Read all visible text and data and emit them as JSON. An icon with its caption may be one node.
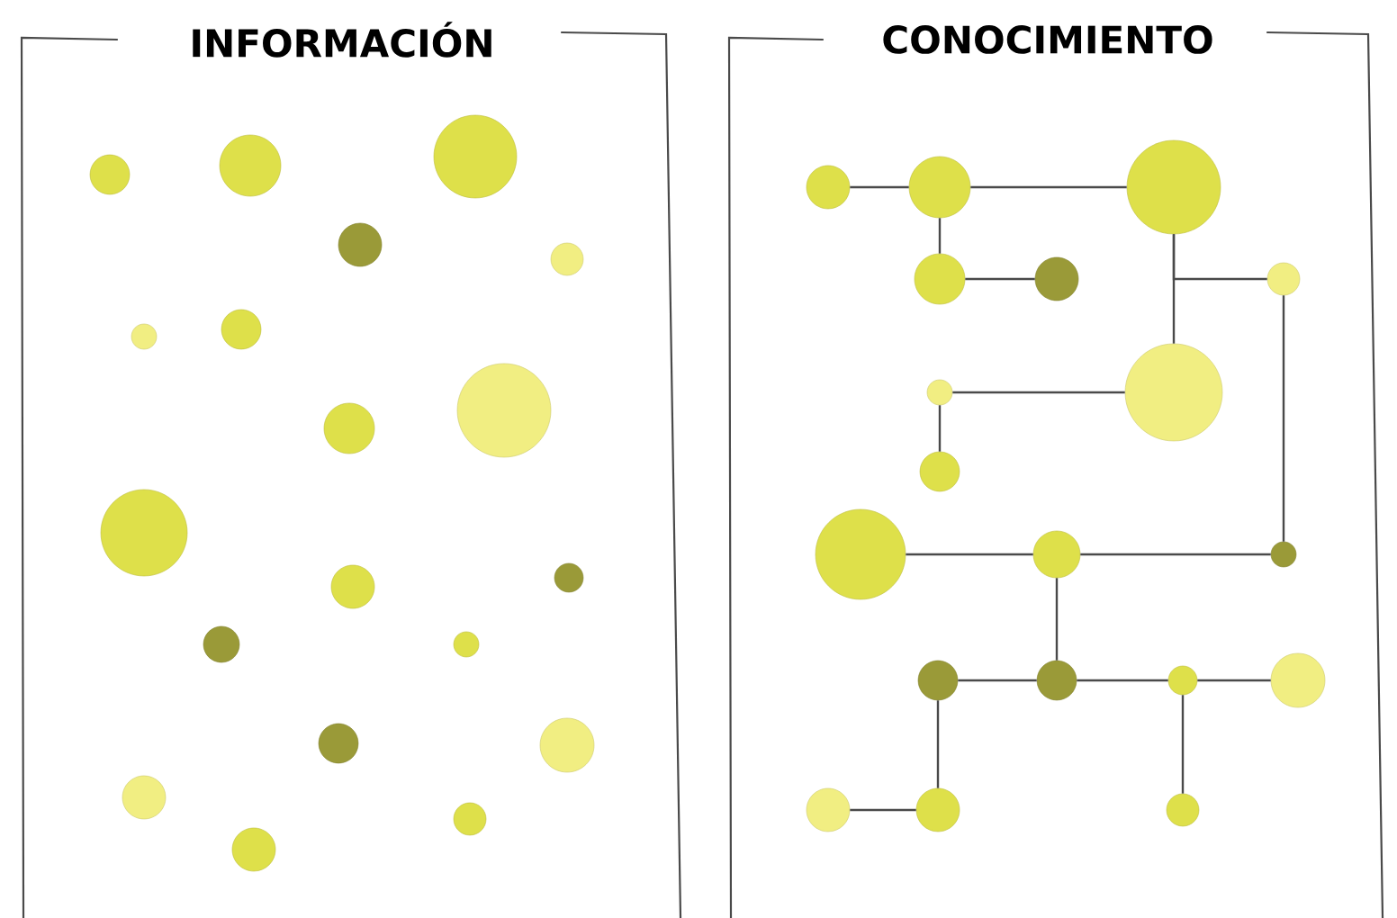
{
  "diagram": {
    "nodes": [
      {
        "text": [
          "INFORMACIÓN"
        ]
      },
      {
        "text": [
          "CONOCIMIENTO"
        ]
      },
      {
        "text": [],
        "shape": "circle",
        "in": 0
      },
      {
        "text": [],
        "shape": "circle",
        "in": 0
      },
      {
        "text": [],
        "shape": "circle",
        "in": 0
      },
      {
        "text": [],
        "shape": "circle",
        "in": 0
      },
      {
        "text": [],
        "shape": "circle",
        "in": 0
      },
      {
        "text": [],
        "shape": "circle",
        "in": 0
      },
      {
        "text": [],
        "shape": "circle",
        "in": 0
      },
      {
        "text": [],
        "shape": "circle",
        "in": 0
      },
      {
        "text": [],
        "shape": "circle",
        "in": 0
      },
      {
        "text": [],
        "shape": "circle",
        "in": 0
      },
      {
        "text": [],
        "shape": "circle",
        "in": 0
      },
      {
        "text": [],
        "shape": "circle",
        "in": 0
      },
      {
        "text": [],
        "shape": "circle",
        "in": 0
      },
      {
        "text": [],
        "shape": "circle",
        "in": 0
      },
      {
        "text": [],
        "shape": "circle",
        "in": 0
      },
      {
        "text": [],
        "shape": "circle",
        "in": 0
      },
      {
        "text": [],
        "shape": "circle",
        "in": 0
      },
      {
        "text": [],
        "shape": "circle",
        "in": 0
      },
      {
        "text": [],
        "shape": "circle",
        "in": 0
      },
      {
        "text": [],
        "shape": "circle",
        "in": 1
      },
      {
        "text": [],
        "shape": "circle",
        "in": 1
      },
      {
        "text": [],
        "shape": "circle",
        "in": 1
      },
      {
        "text": [],
        "shape": "circle",
        "in": 1
      },
      {
        "text": [],
        "shape": "circle",
        "in": 1
      },
      {
        "text": [],
        "shape": "circle",
        "in": 1
      },
      {
        "text": [],
        "shape": "circle",
        "in": 1
      },
      {
        "text": [],
        "shape": "circle",
        "in": 1
      },
      {
        "text": [],
        "shape": "circle",
        "in": 1
      },
      {
        "text": [],
        "shape": "circle",
        "in": 1
      },
      {
        "text": [],
        "shape": "circle",
        "in": 1
      },
      {
        "text": [],
        "shape": "circle",
        "in": 1
      },
      {
        "text": [],
        "shape": "circle",
        "in": 1
      },
      {
        "text": [],
        "shape": "circle",
        "in": 1
      },
      {
        "text": [],
        "shape": "circle",
        "in": 1
      },
      {
        "text": [],
        "shape": "circle",
        "in": 1
      },
      {
        "text": [],
        "shape": "circle",
        "in": 1
      },
      {
        "text": [],
        "shape": "circle",
        "in": 1
      },
      {
        "text": [],
        "shape": "circle",
        "in": 1
      }
    ],
    "edges": [
      {
        "from": 21,
        "to": 22,
        "arrow": "none"
      },
      {
        "from": 22,
        "to": 23,
        "arrow": "none"
      },
      {
        "from": 22,
        "to": 24,
        "arrow": "none"
      },
      {
        "from": 24,
        "to": 25,
        "arrow": "none"
      },
      {
        "from": 23,
        "to": 26,
        "arrow": "none"
      },
      {
        "from": 23,
        "to": 28,
        "arrow": "none"
      },
      {
        "from": 26,
        "to": 32,
        "arrow": "none"
      },
      {
        "from": 27,
        "to": 28,
        "arrow": "none"
      },
      {
        "from": 27,
        "to": 29,
        "arrow": "none"
      },
      {
        "from": 30,
        "to": 31,
        "arrow": "none"
      },
      {
        "from": 31,
        "to": 32,
        "arrow": "none"
      },
      {
        "from": 31,
        "to": 34,
        "arrow": "none"
      },
      {
        "from": 33,
        "to": 34,
        "arrow": "none"
      },
      {
        "from": 34,
        "to": 35,
        "arrow": "none"
      },
      {
        "from": 35,
        "to": 36,
        "arrow": "none"
      },
      {
        "from": 33,
        "to": 38,
        "arrow": "none"
      },
      {
        "from": 37,
        "to": 38,
        "arrow": "none"
      },
      {
        "from": 35,
        "to": 39,
        "arrow": "none"
      }
    ]
  }
}
